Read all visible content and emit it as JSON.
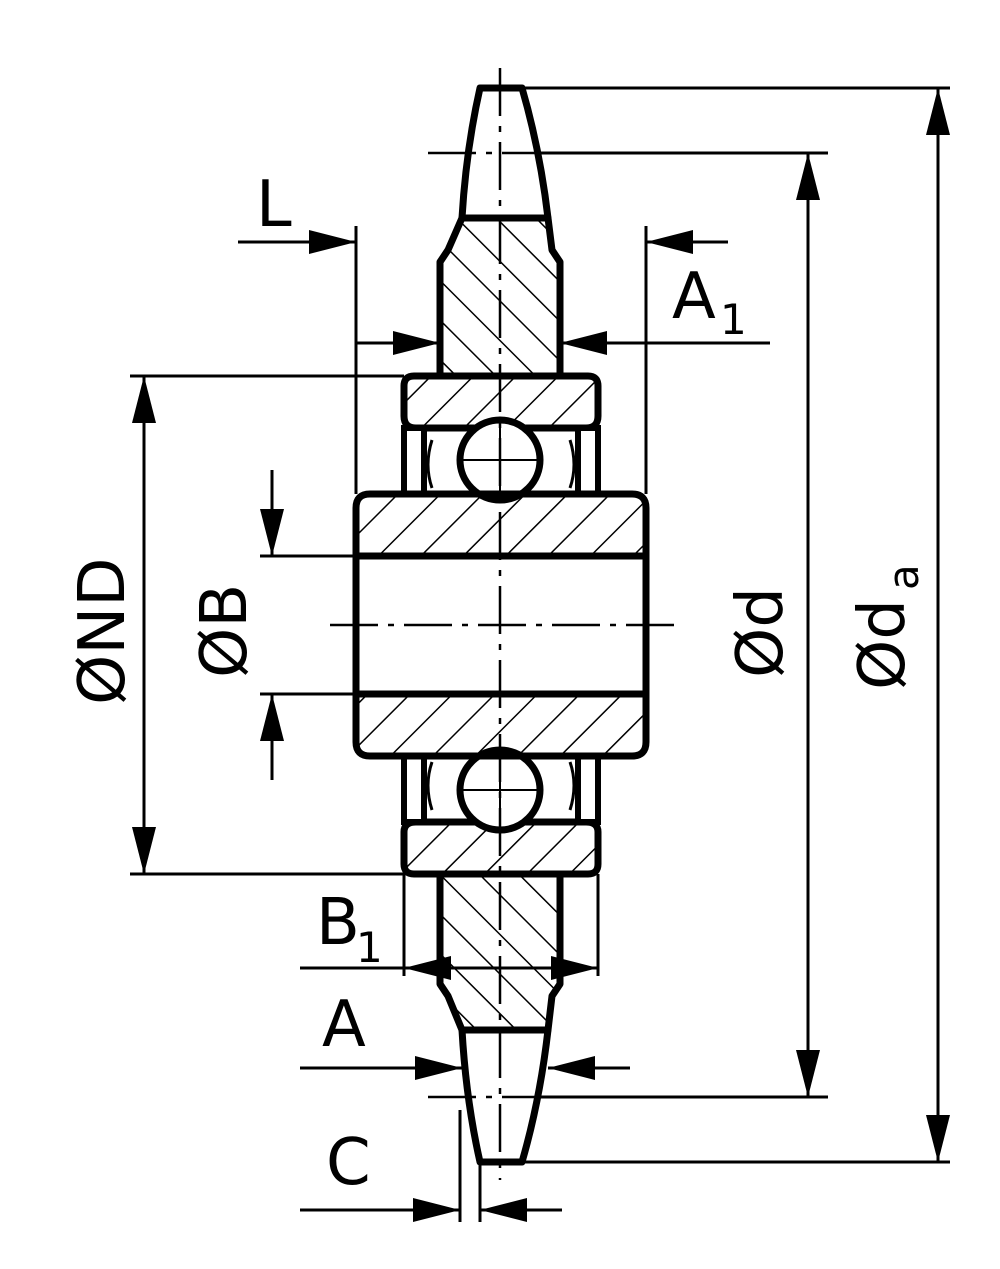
{
  "labels": {
    "L": "L",
    "A1": "A",
    "A1_sub": "1",
    "ND": "ØND",
    "B": "ØB",
    "d": "Ød",
    "da": "Ød",
    "da_sub": "a",
    "B1": "B",
    "B1_sub": "1",
    "A": "A",
    "C": "C"
  },
  "colors": {
    "line": "#000000",
    "background": "#ffffff"
  }
}
